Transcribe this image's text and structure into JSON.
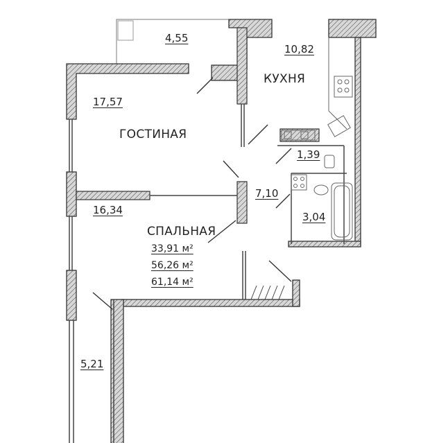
{
  "rooms": {
    "balcony_top": {
      "area": "4,55"
    },
    "kitchen": {
      "name": "КУХНЯ",
      "area": "10,82"
    },
    "living": {
      "name": "ГОСТИНАЯ",
      "area": "17,57"
    },
    "wc": {
      "area": "1,39"
    },
    "hall": {
      "area": "7,10"
    },
    "bedroom": {
      "name": "СПАЛЬНАЯ",
      "area": "16,34"
    },
    "bathroom": {
      "area": "3,04"
    },
    "balcony_bottom": {
      "area": "5,21"
    }
  },
  "totals": {
    "living_area": "33,91",
    "total_area": "56,26",
    "total_with_balconies": "61,14",
    "unit": "м²"
  },
  "colors": {
    "wall_fill": "#a8a8a8",
    "wall_stroke": "#333333",
    "line": "#444444",
    "text": "#222222"
  }
}
